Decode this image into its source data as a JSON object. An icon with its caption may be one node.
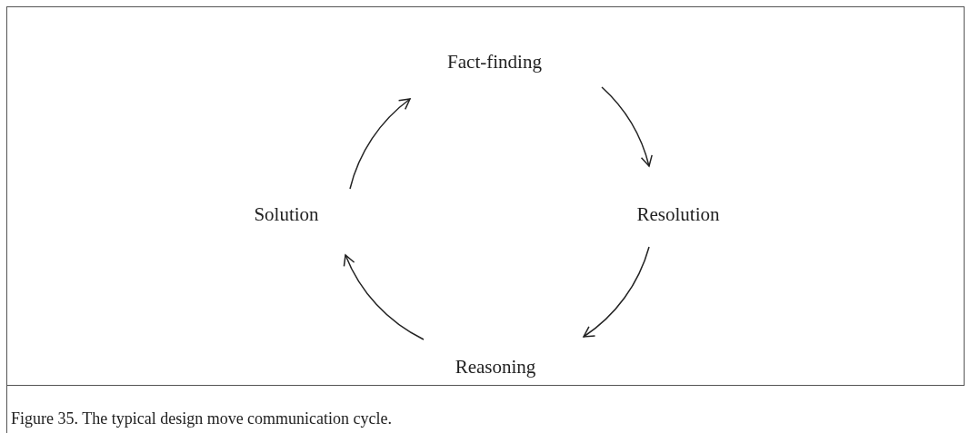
{
  "diagram": {
    "caption": "Figure 35. The typical design move communication cycle.",
    "nodes": [
      {
        "text": [
          "Fact-finding"
        ]
      },
      {
        "text": [
          "Resolution"
        ]
      },
      {
        "text": [
          "Reasoning"
        ]
      },
      {
        "text": [
          "Solution"
        ]
      }
    ],
    "edges": [
      {
        "from": 0,
        "to": 1,
        "arrow": "to"
      },
      {
        "from": 1,
        "to": 2,
        "arrow": "to"
      },
      {
        "from": 2,
        "to": 3,
        "arrow": "to"
      },
      {
        "from": 3,
        "to": 0,
        "arrow": "to"
      }
    ]
  }
}
